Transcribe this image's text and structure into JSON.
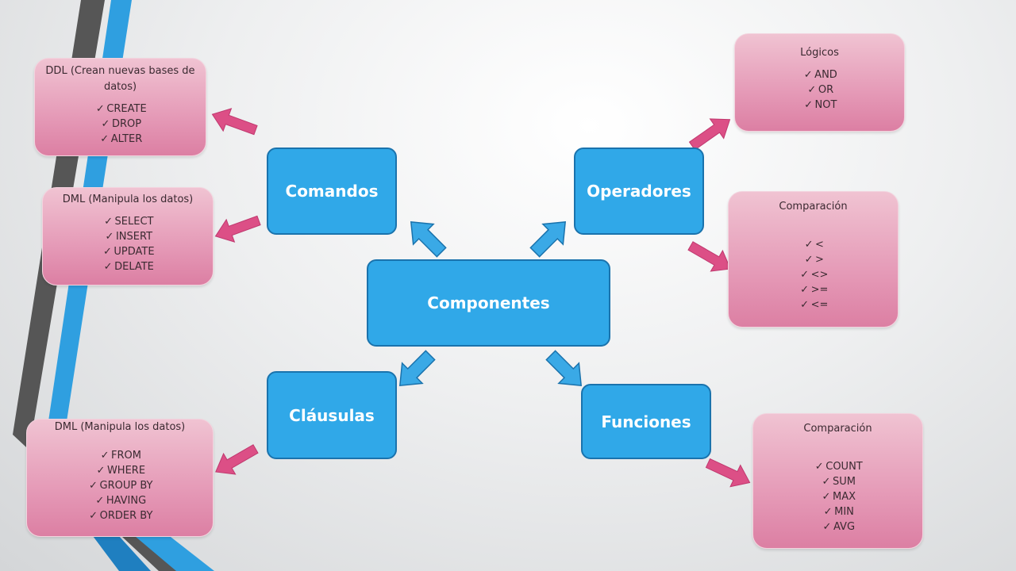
{
  "center": {
    "label": "Componentes"
  },
  "nodes": {
    "comandos": "Comandos",
    "operadores": "Operadores",
    "clausulas": "Cláusulas",
    "funciones": "Funciones"
  },
  "cards": {
    "ddl": {
      "title": "DDL (Crean nuevas bases de datos)",
      "items": [
        "CREATE",
        "DROP",
        "ALTER"
      ]
    },
    "dml": {
      "title": "DML (Manipula los datos)",
      "items": [
        "SELECT",
        "INSERT",
        "UPDATE",
        "DELATE"
      ]
    },
    "logicos": {
      "title": "Lógicos",
      "items": [
        "AND",
        "OR",
        "NOT"
      ]
    },
    "comparacion": {
      "title": "Comparación",
      "items": [
        "<",
        ">",
        "<>",
        ">=",
        "<="
      ]
    },
    "clausulas": {
      "title": "DML (Manipula los datos)",
      "items": [
        "FROM",
        "WHERE",
        "GROUP BY",
        "HAVING",
        "ORDER BY"
      ]
    },
    "funciones": {
      "title": "Comparación",
      "items": [
        "COUNT",
        "SUM",
        "MAX",
        "MIN",
        "AVG"
      ]
    }
  },
  "check_glyph": "✓",
  "colors": {
    "node_fill": "#30a8e8",
    "node_border": "#1a73ad",
    "arrow_blue": "#3aa9e6",
    "arrow_pink": "#dc4f86",
    "card_pink": "#e59ab7"
  }
}
